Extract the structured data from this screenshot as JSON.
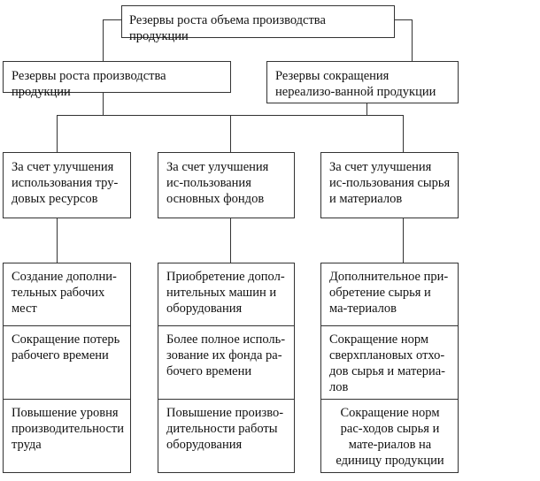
{
  "root": "Резервы роста объема производства продукции",
  "level2": [
    "Резервы роста производства продукции",
    "Резервы сокращения нереализо-ванной продукции"
  ],
  "level3": [
    {
      "title": "За счет улучшения использования тру-довых ресурсов",
      "items": [
        "Создание дополни-тельных рабочих мест",
        "Сокращение потерь рабочего времени",
        "Повышение уровня производительности труда"
      ]
    },
    {
      "title": "За счет улучшения ис-пользования основных фондов",
      "items": [
        "Приобретение допол-нительных машин и оборудования",
        "Более полное исполь-зование их фонда ра-бочего времени",
        "Повышение произво-дительности работы оборудования"
      ]
    },
    {
      "title": "За счет улучшения ис-пользования сырья и материалов",
      "items": [
        "Дополнительное при-обретение сырья и ма-териалов",
        "Сокращение норм сверхплановых отхо-дов сырья и материа-лов",
        "Сокращение норм рас-ходов сырья и мате-риалов на единицу продукции"
      ]
    }
  ]
}
